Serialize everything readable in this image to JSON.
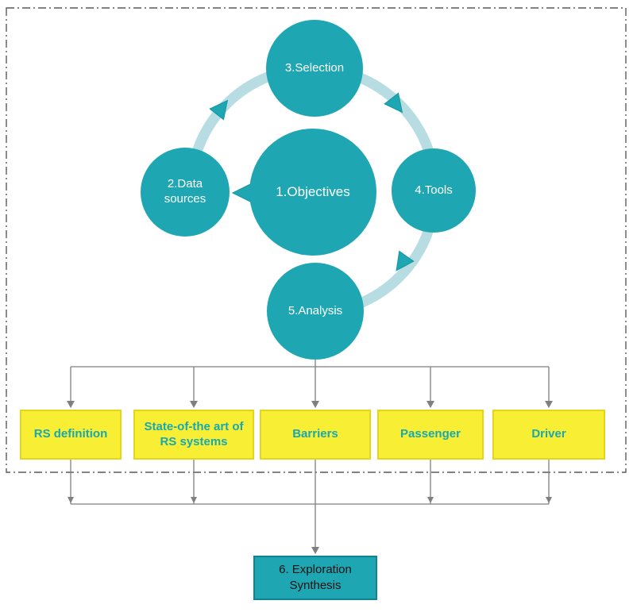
{
  "diagram": {
    "cycle": {
      "objectives": "1.Objectives",
      "data_sources": "2.Data sources",
      "selection": "3.Selection",
      "tools": "4.Tools",
      "analysis": "5.Analysis"
    },
    "topics": [
      "RS definition",
      "State-of-the art of RS systems",
      "Barriers",
      "Passenger",
      "Driver"
    ],
    "synthesis": "6. Exploration Synthesis",
    "colors": {
      "teal": "#1EA7B2",
      "ring": "#B7DDE3",
      "yellow_fill": "#F8EE33",
      "yellow_border": "#E3D41C",
      "topic_text": "#17A8B2",
      "connector_line": "#7F7F7F",
      "boundary": "#5A5A5A"
    }
  }
}
